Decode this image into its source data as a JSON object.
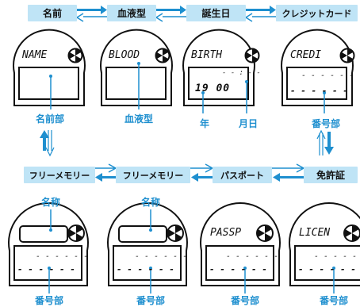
{
  "colors": {
    "accent": "#1e8fcf",
    "pill": "#bfe4f6",
    "ink": "#111111"
  },
  "top_row": [
    "名前",
    "血液型",
    "誕生日",
    "クレジットカード"
  ],
  "bottom_row": [
    "フリーメモリー",
    "フリーメモリー",
    "パスポート",
    "免許証"
  ],
  "top_displays": [
    {
      "label": "NAME",
      "line1": "",
      "line2": ""
    },
    {
      "label": "BLOOD",
      "line1": "",
      "line2": ""
    },
    {
      "label": "BIRTH",
      "line1": "- - : - -",
      "line2": "19 00"
    },
    {
      "label": "CREDI",
      "line1": "- - - - - -",
      "line2": "- - - - - -"
    }
  ],
  "top_captions": [
    "名前部",
    "血液型",
    "年",
    "月日",
    "番号部"
  ],
  "middle_captions": [
    "名称",
    "名称"
  ],
  "bottom_displays": [
    {
      "label": "",
      "line1": "- - - - - -",
      "line2": "- - - - - -"
    },
    {
      "label": "",
      "line1": "- - - - - -",
      "line2": "- - - - - -"
    },
    {
      "label": "PASSP",
      "line1": "- - - - - -",
      "line2": "- - - - - -"
    },
    {
      "label": "LICEN",
      "line1": "- - - - - -",
      "line2": "- - - - - -"
    }
  ],
  "bottom_captions": [
    "番号部",
    "番号部",
    "番号部",
    "番号部"
  ]
}
